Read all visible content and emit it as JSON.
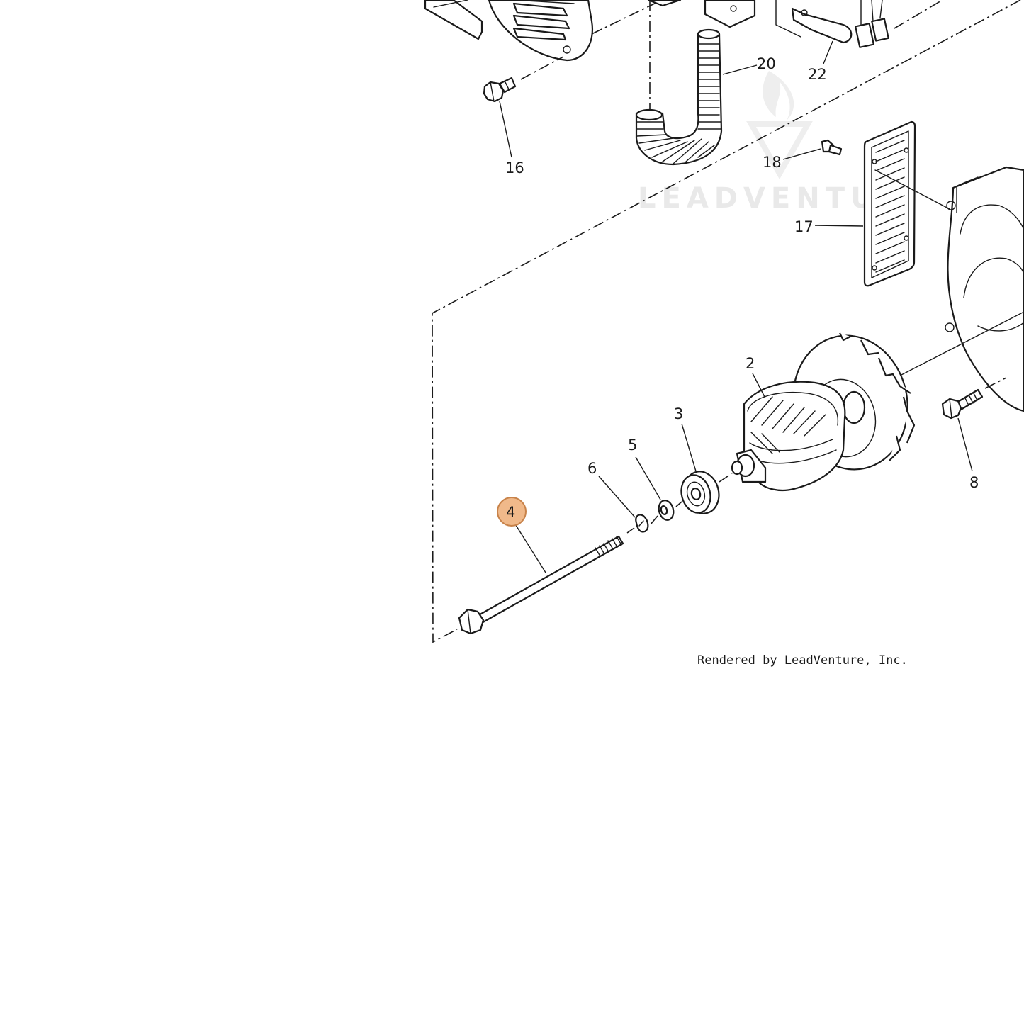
{
  "diagram": {
    "callouts": [
      "2",
      "3",
      "4",
      "5",
      "6",
      "8",
      "16",
      "17",
      "18",
      "20",
      "22"
    ],
    "highlighted_callout": "4",
    "highlight_color": "#f0b98a",
    "highlight_border_color": "#c8834a",
    "watermark_text": "LEADVENTU",
    "credit_text": "Rendered by LeadVenture, Inc."
  },
  "icons": [
    "bolt-icon",
    "washer-icon",
    "bearing-icon",
    "rotor-icon",
    "hose-icon",
    "filter-plate-icon",
    "connector-icon"
  ]
}
